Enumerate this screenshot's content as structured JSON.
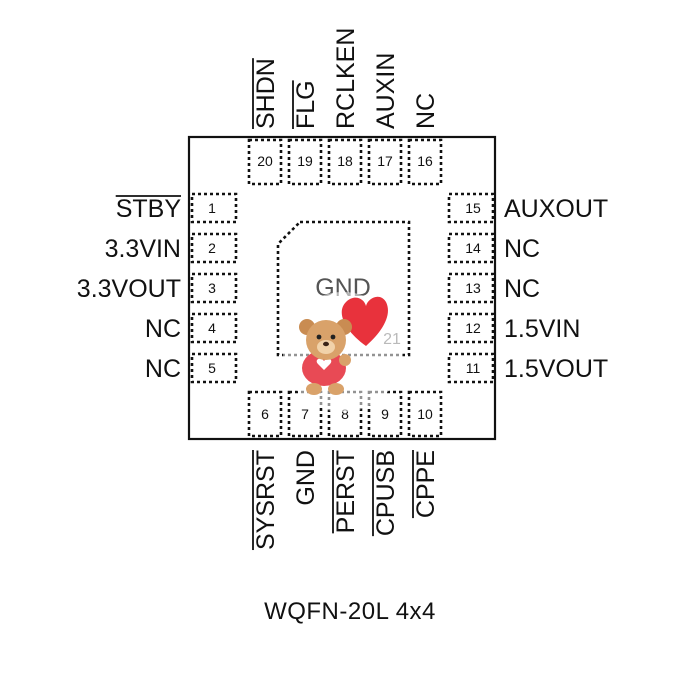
{
  "package": "WQFN-20L 4x4",
  "center_pad": {
    "label": "GND",
    "number": "21"
  },
  "pins_left": [
    {
      "num": "1",
      "name": "STBY",
      "overline": true
    },
    {
      "num": "2",
      "name": "3.3VIN",
      "overline": false
    },
    {
      "num": "3",
      "name": "3.3VOUT",
      "overline": false
    },
    {
      "num": "4",
      "name": "NC",
      "overline": false
    },
    {
      "num": "5",
      "name": "NC",
      "overline": false
    }
  ],
  "pins_bottom": [
    {
      "num": "6",
      "name": "SYSRST",
      "overline": true
    },
    {
      "num": "7",
      "name": "GND",
      "overline": false
    },
    {
      "num": "8",
      "name": "PERST",
      "overline": true
    },
    {
      "num": "9",
      "name": "CPUSB",
      "overline": true
    },
    {
      "num": "10",
      "name": "CPPE",
      "overline": true
    }
  ],
  "pins_right": [
    {
      "num": "11",
      "name": "1.5VOUT",
      "overline": false
    },
    {
      "num": "12",
      "name": "1.5VIN",
      "overline": false
    },
    {
      "num": "13",
      "name": "NC",
      "overline": false
    },
    {
      "num": "14",
      "name": "NC",
      "overline": false
    },
    {
      "num": "15",
      "name": "AUXOUT",
      "overline": false
    }
  ],
  "pins_top": [
    {
      "num": "16",
      "name": "NC",
      "overline": false
    },
    {
      "num": "17",
      "name": "AUXIN",
      "overline": false
    },
    {
      "num": "18",
      "name": "RCLKEN",
      "overline": false
    },
    {
      "num": "19",
      "name": "FLG",
      "overline": true
    },
    {
      "num": "20",
      "name": "SHDN",
      "overline": true
    }
  ],
  "colors": {
    "ink": "#111111",
    "heart": "#e8323c",
    "bear": "#d9a26a",
    "bear_shirt": "#e84a55"
  },
  "overlay_icon": "teddy-bear-with-heart-sticker"
}
